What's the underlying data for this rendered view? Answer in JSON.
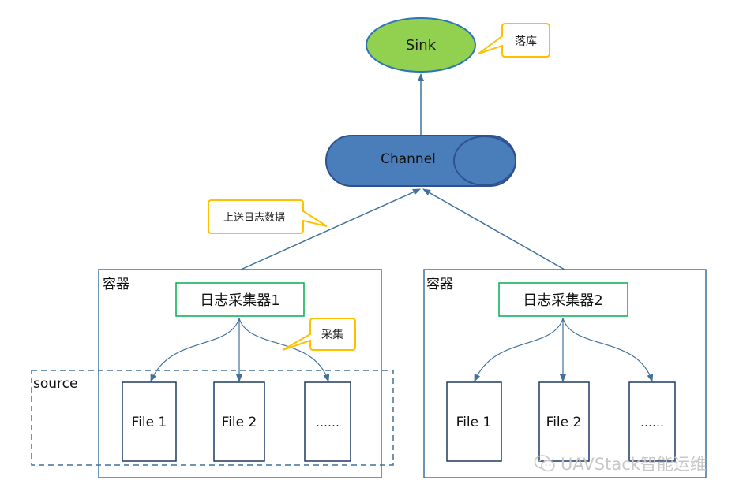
{
  "sink": {
    "label": "Sink"
  },
  "callouts": {
    "store": "落库",
    "upload": "上送日志数据",
    "collect": "采集"
  },
  "channel": {
    "label": "Channel"
  },
  "containers": [
    {
      "label": "容器",
      "collector": "日志采集器1",
      "files": [
        "File 1",
        "File 2",
        "……"
      ]
    },
    {
      "label": "容器",
      "collector": "日志采集器2",
      "files": [
        "File 1",
        "File 2",
        "……"
      ]
    }
  ],
  "source": {
    "label": "source"
  },
  "watermark": {
    "text": "UAVStack智能运维"
  },
  "colors": {
    "sink_fill": "#92d050",
    "sink_stroke": "#2e75b6",
    "channel_fill": "#4a7ebb",
    "channel_stroke": "#2f528f",
    "container_stroke": "#41719c",
    "collector_stroke": "#00b050",
    "callout_stroke": "#ffc000",
    "arrow": "#41719c",
    "file_stroke": "#1f3864"
  }
}
